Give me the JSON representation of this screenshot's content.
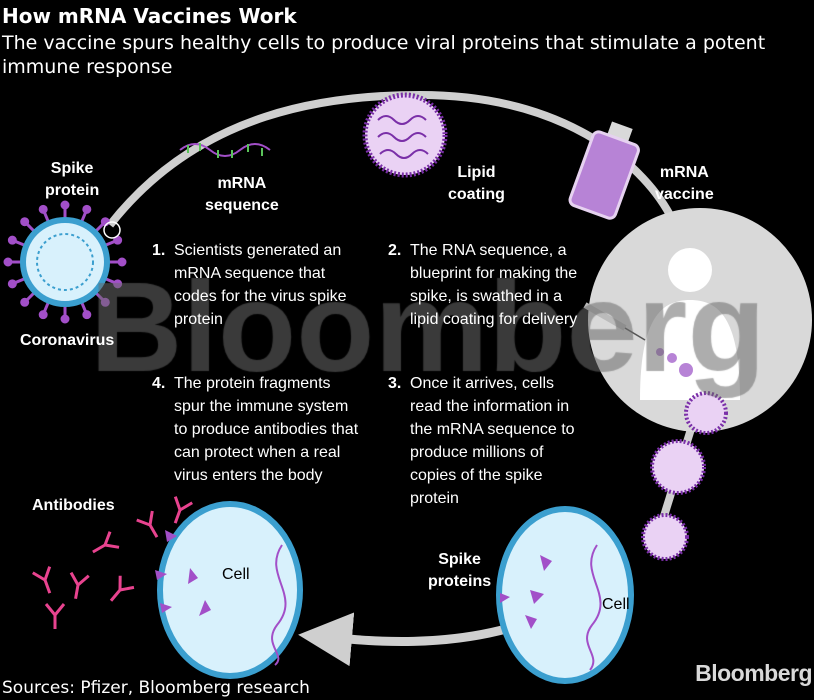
{
  "header": {
    "title": "How mRNA Vaccines Work",
    "subtitle": "The vaccine spurs healthy cells to produce viral proteins that stimulate a potent immune response"
  },
  "labels": {
    "spike_protein": [
      "Spike",
      "protein"
    ],
    "mrna_sequence": [
      "mRNA",
      "sequence"
    ],
    "lipid_coating": [
      "Lipid",
      "coating"
    ],
    "mrna_vaccine": [
      "mRNA",
      "vaccine"
    ],
    "coronavirus": "Coronavirus",
    "antibodies": "Antibodies",
    "spike_proteins": [
      "Spike",
      "proteins"
    ],
    "cell_left": "Cell",
    "cell_right": "Cell"
  },
  "steps": [
    {
      "num": "1.",
      "text": "Scientists generated an mRNA sequence that codes for the virus spike protein"
    },
    {
      "num": "2.",
      "text": "The RNA sequence, a blueprint for making the spike, is swathed in a lipid coating for delivery"
    },
    {
      "num": "3.",
      "text": "Once it arrives, cells read the information in the mRNA sequence to produce millions of copies of the spike protein"
    },
    {
      "num": "4.",
      "text": "The protein fragments spur the immune system to produce antibodies that can protect when a real virus enters the body"
    }
  ],
  "watermark": "Bloomberg",
  "logo": "Bloomberg",
  "source": "Sources: Pfizer, Bloomberg research",
  "colors": {
    "cycle": "#cfcfcf",
    "cell_fill": "#d8f1fc",
    "cell_border": "#3b9fcf",
    "lipid_fill": "#ead2f4",
    "lipid_border": "#7a2fa8",
    "spike": "#a24fc8",
    "antibody": "#e8438f",
    "person_bg": "#d9d9d9"
  }
}
